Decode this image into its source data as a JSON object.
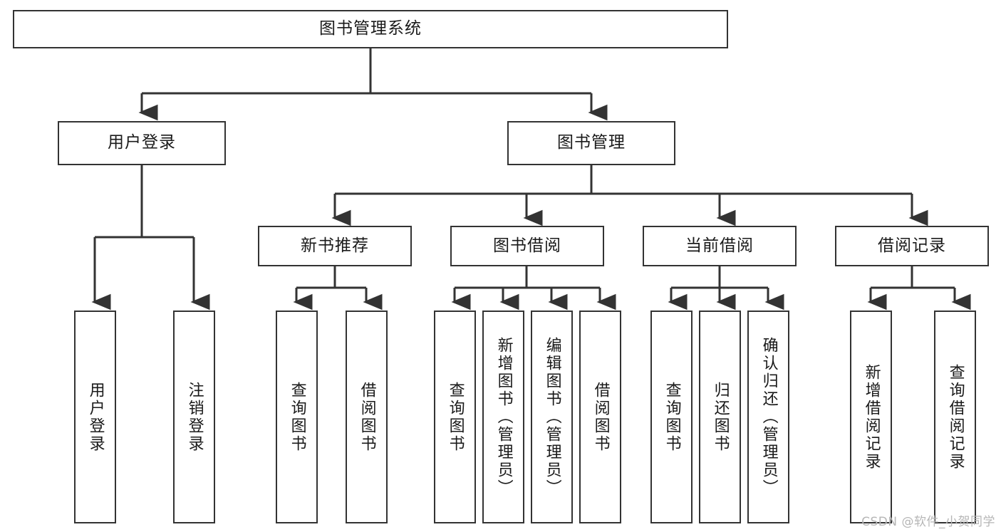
{
  "diagram": {
    "title": "图书管理系统",
    "type": "tree-hierarchy-diagram",
    "colors": {
      "box_border": "#333333",
      "box_fill": "#ffffff",
      "connector": "#333333",
      "text": "#1a1a1a",
      "watermark": "#b6b6b6"
    },
    "watermark": "CSDN @软件_小贺同学",
    "levels": {
      "root": {
        "label": "图书管理系统"
      },
      "level2": [
        {
          "id": "user-login",
          "label": "用户登录"
        },
        {
          "id": "book-manage",
          "label": "图书管理"
        }
      ],
      "level3": [
        {
          "id": "new-book-recommend",
          "label": "新书推荐"
        },
        {
          "id": "book-borrow",
          "label": "图书借阅"
        },
        {
          "id": "current-borrow",
          "label": "当前借阅"
        },
        {
          "id": "borrow-record",
          "label": "借阅记录"
        }
      ],
      "leaves": {
        "user-login": [
          {
            "id": "leaf-user-login",
            "label": "用户登录"
          },
          {
            "id": "leaf-logout-login",
            "label": "注销登录"
          }
        ],
        "new-book-recommend": [
          {
            "id": "leaf-query-book-1",
            "label": "查询图书"
          },
          {
            "id": "leaf-borrow-book-1",
            "label": "借阅图书"
          }
        ],
        "book-borrow": [
          {
            "id": "leaf-query-book-2",
            "label": "查询图书"
          },
          {
            "id": "leaf-add-book",
            "label": "新增图书（管理员）"
          },
          {
            "id": "leaf-edit-book",
            "label": "编辑图书（管理员）"
          },
          {
            "id": "leaf-borrow-book-2",
            "label": "借阅图书"
          }
        ],
        "current-borrow": [
          {
            "id": "leaf-query-book-3",
            "label": "查询图书"
          },
          {
            "id": "leaf-return-book",
            "label": "归还图书"
          },
          {
            "id": "leaf-confirm-return",
            "label": "确认归还（管理员）"
          }
        ],
        "borrow-record": [
          {
            "id": "leaf-add-record",
            "label": "新增借阅记录"
          },
          {
            "id": "leaf-query-record",
            "label": "查询借阅记录"
          }
        ]
      }
    }
  }
}
